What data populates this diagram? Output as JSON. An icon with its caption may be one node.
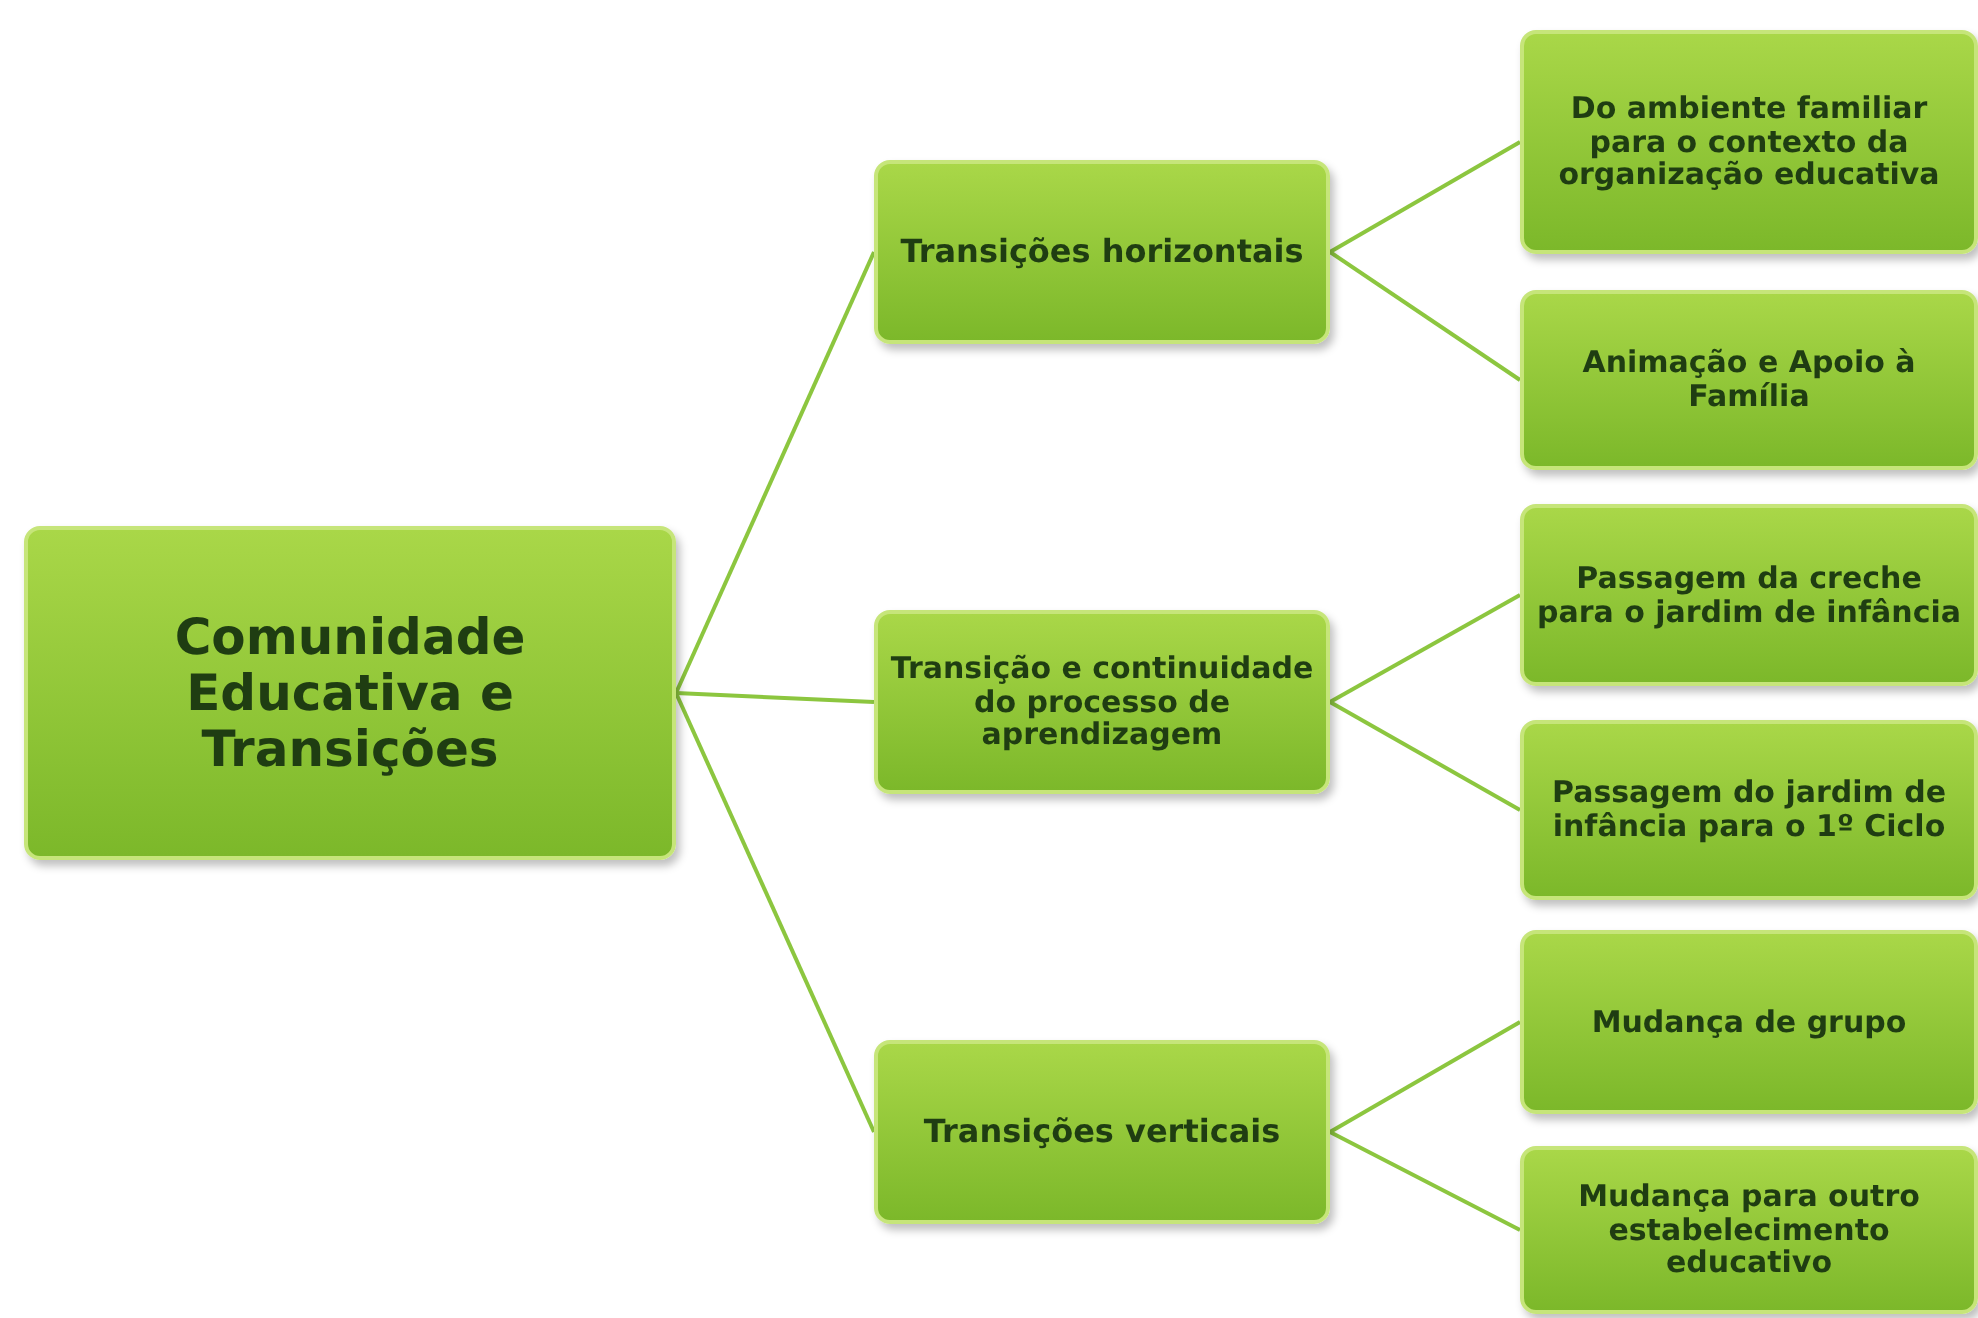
{
  "diagram": {
    "nodes": [
      {
        "text": [
          "Comunidade Educativa e Transições"
        ]
      },
      {
        "text": [
          "Transições horizontais"
        ]
      },
      {
        "text": [
          "Transição e continuidade do processo de aprendizagem"
        ]
      },
      {
        "text": [
          "Transições verticais"
        ]
      },
      {
        "text": [
          "Do ambiente familiar para o contexto da organização educativa"
        ]
      },
      {
        "text": [
          "Animação e Apoio à Família"
        ]
      },
      {
        "text": [
          "Passagem da creche para o jardim de infância"
        ]
      },
      {
        "text": [
          "Passagem do jardim de infância para o 1º Ciclo"
        ]
      },
      {
        "text": [
          "Mudança de grupo"
        ]
      },
      {
        "text": [
          "Mudança para outro estabelecimento educativo"
        ]
      }
    ],
    "edges": [
      {
        "from": 0,
        "to": 1,
        "arrow": "none"
      },
      {
        "from": 0,
        "to": 2,
        "arrow": "none"
      },
      {
        "from": 0,
        "to": 3,
        "arrow": "none"
      },
      {
        "from": 1,
        "to": 4,
        "arrow": "none"
      },
      {
        "from": 1,
        "to": 5,
        "arrow": "none"
      },
      {
        "from": 2,
        "to": 6,
        "arrow": "none"
      },
      {
        "from": 2,
        "to": 7,
        "arrow": "none"
      },
      {
        "from": 3,
        "to": 8,
        "arrow": "none"
      },
      {
        "from": 3,
        "to": 9,
        "arrow": "none"
      }
    ]
  }
}
